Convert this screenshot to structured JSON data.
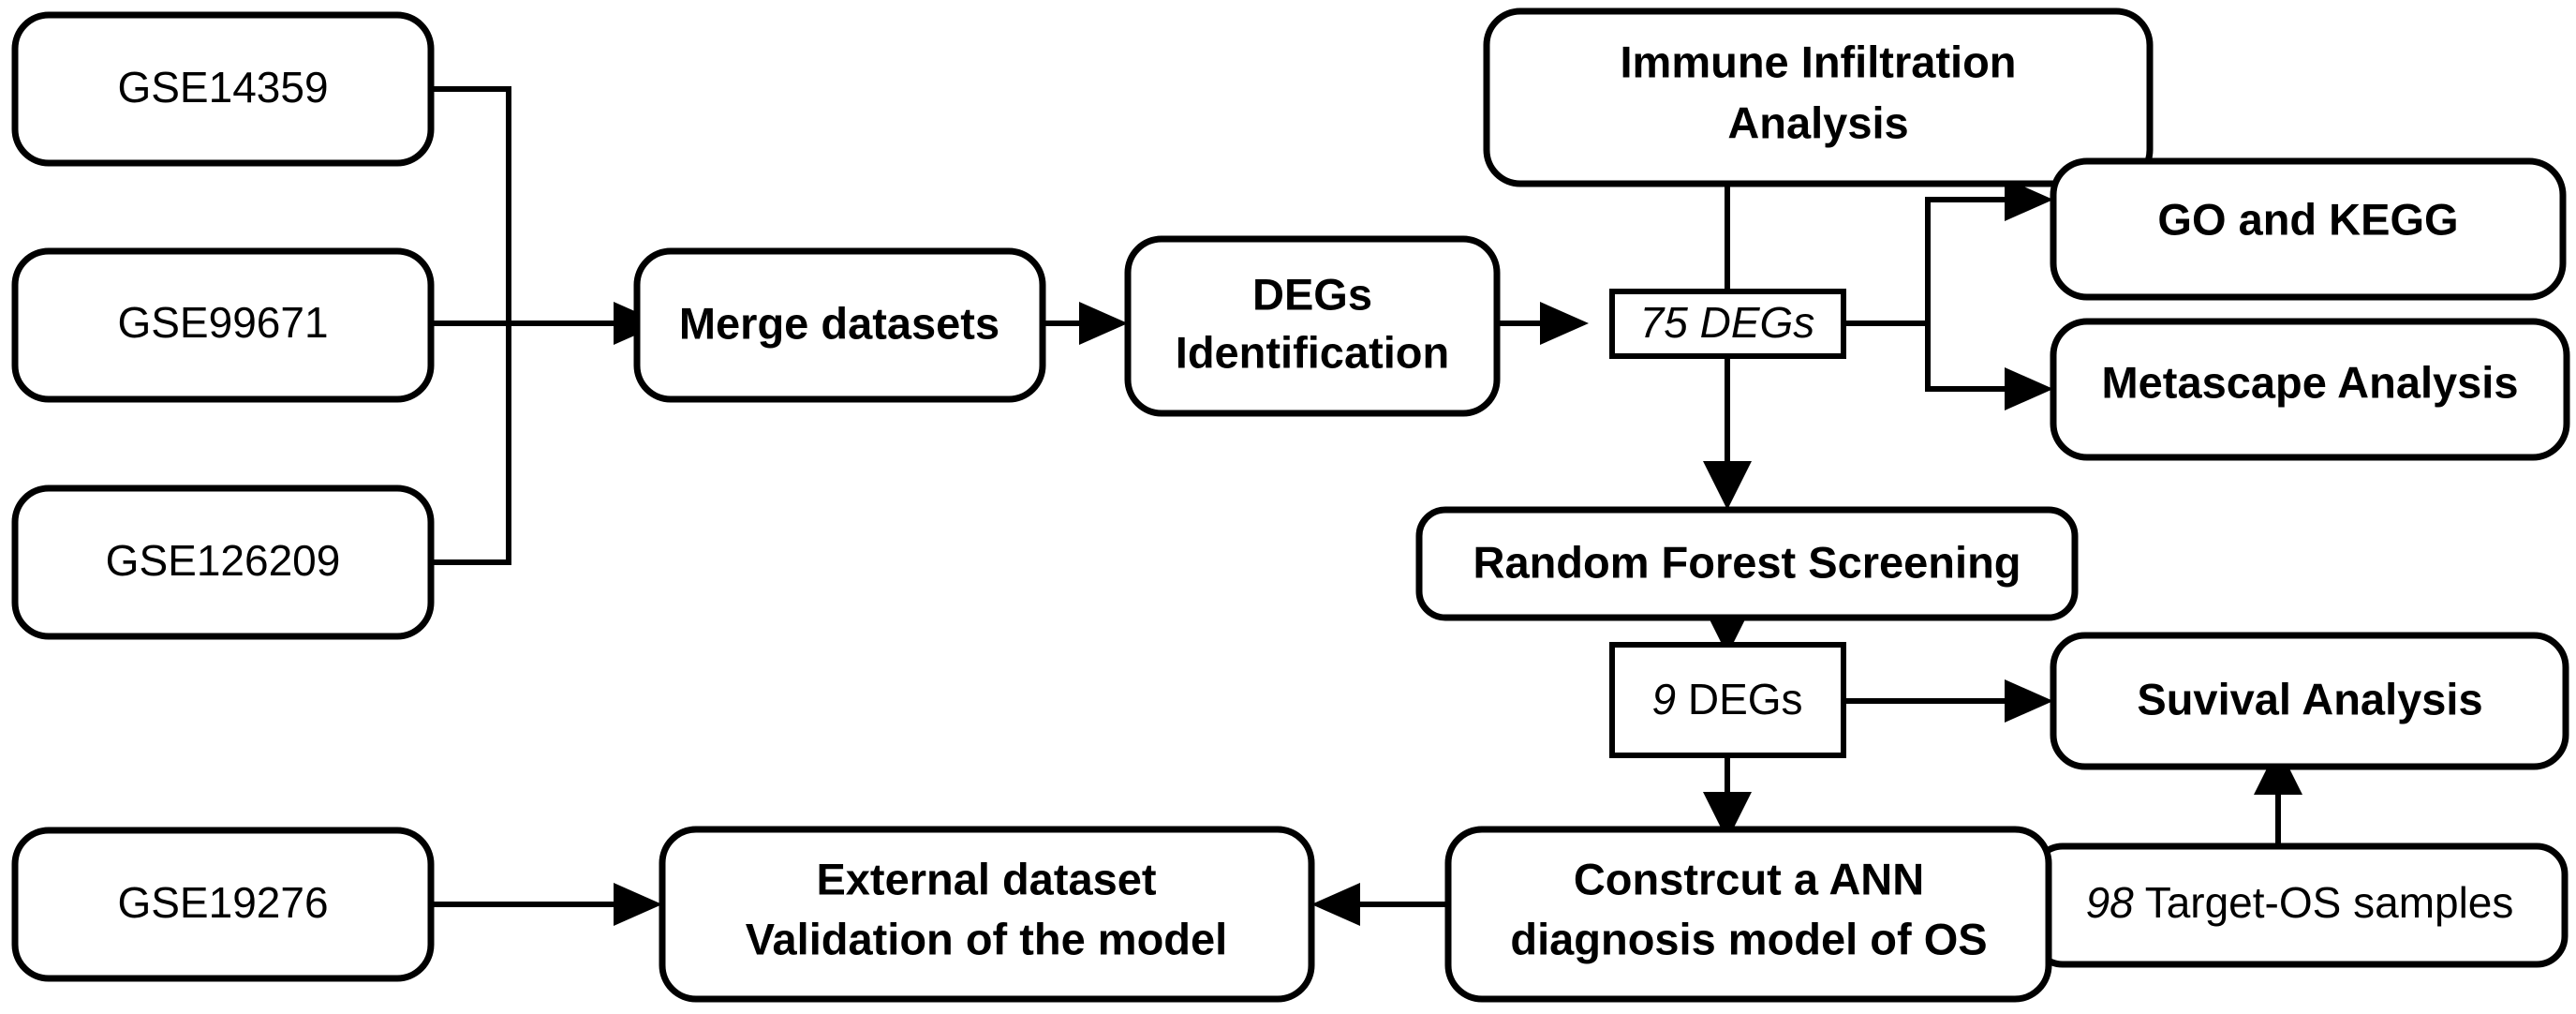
{
  "diagram": {
    "title": "Osteosarcoma bioinformatics analysis workflow",
    "background_color": "#ffffff",
    "line_color": "#000000",
    "text_color": "#000000"
  },
  "nodes": {
    "gse14359": {
      "label": "GSE14359",
      "style": "rounded-plain"
    },
    "gse99671": {
      "label": "GSE99671",
      "style": "rounded-plain"
    },
    "gse126209": {
      "label": "GSE126209",
      "style": "rounded-plain"
    },
    "merge_datasets": {
      "label": "Merge datasets",
      "style": "rounded-bold"
    },
    "degs_identification": {
      "line1": "DEGs",
      "line2": "Identification",
      "style": "rounded-bold"
    },
    "degs_75": {
      "number": "75",
      "suffix": " DEGs",
      "label": "75 DEGs",
      "style": "rect-italic"
    },
    "immune_infiltration": {
      "line1": "Immune Infiltration",
      "line2": "Analysis",
      "style": "rounded-bold"
    },
    "go_kegg": {
      "label": "GO and KEGG",
      "style": "rounded-bold"
    },
    "metascape": {
      "label": "Metascape Analysis",
      "style": "rounded-bold"
    },
    "random_forest": {
      "label": "Random Forest Screening",
      "style": "rounded-bold"
    },
    "degs_9": {
      "number": "9",
      "suffix": " DEGs",
      "label": "9 DEGs",
      "style": "rect-mixed-italic"
    },
    "survival": {
      "label": "Suvival Analysis",
      "style": "rounded-bold"
    },
    "target_os": {
      "number": "98",
      "suffix": " Target-OS samples",
      "label": "98 Target-OS samples",
      "style": "rounded-mixed-italic"
    },
    "ann_model": {
      "line1": "Constrcut a ANN",
      "line2": "diagnosis model of OS",
      "style": "rounded-bold"
    },
    "external_validation": {
      "line1": "External dataset",
      "line2": "Validation of the model",
      "style": "rounded-bold"
    },
    "gse19276": {
      "label": "GSE19276",
      "style": "rounded-plain"
    }
  },
  "edges": [
    {
      "from": "gse14359",
      "to": "merge_datasets",
      "kind": "elbow-right"
    },
    {
      "from": "gse99671",
      "to": "merge_datasets",
      "kind": "straight-right"
    },
    {
      "from": "gse126209",
      "to": "merge_datasets",
      "kind": "elbow-right"
    },
    {
      "from": "merge_datasets",
      "to": "degs_identification",
      "kind": "straight-right"
    },
    {
      "from": "degs_identification",
      "to": "degs_75",
      "kind": "straight-right"
    },
    {
      "from": "degs_75",
      "to": "immune_infiltration",
      "kind": "straight-up"
    },
    {
      "from": "degs_75",
      "to": "go_kegg",
      "kind": "elbow-right-up"
    },
    {
      "from": "degs_75",
      "to": "metascape",
      "kind": "elbow-right-down"
    },
    {
      "from": "degs_75",
      "to": "random_forest",
      "kind": "straight-down"
    },
    {
      "from": "random_forest",
      "to": "degs_9",
      "kind": "straight-down"
    },
    {
      "from": "degs_9",
      "to": "survival",
      "kind": "straight-right"
    },
    {
      "from": "degs_9",
      "to": "ann_model",
      "kind": "straight-down"
    },
    {
      "from": "target_os",
      "to": "survival",
      "kind": "straight-up"
    },
    {
      "from": "ann_model",
      "to": "external_validation",
      "kind": "straight-left"
    },
    {
      "from": "gse19276",
      "to": "external_validation",
      "kind": "straight-right"
    }
  ]
}
